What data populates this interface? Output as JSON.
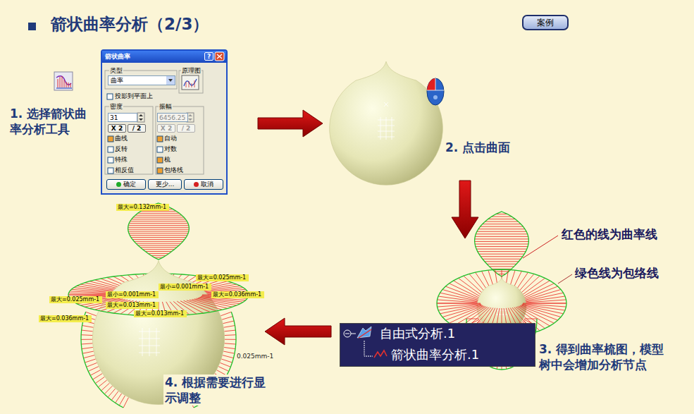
{
  "diagram": {
    "title": "箭状曲率分析（2/3）",
    "nodes": [
      {
        "text": [
          "案例"
        ]
      },
      {
        "text": [
          "箭状曲率",
          "类型",
          "原理图",
          "投影到平面上",
          "密度",
          "振幅",
          "曲线",
          "自动",
          "反转",
          "对数",
          "特殊",
          "梳",
          "相反值",
          "包络线"
        ]
      },
      {
        "text": [
          "?"
        ],
        "in": 1
      },
      {
        "text": [
          "曲率"
        ],
        "in": 1
      },
      {
        "text": [
          "31"
        ],
        "in": 1
      },
      {
        "text": [
          "6456.25"
        ],
        "in": 1
      },
      {
        "text": [
          "X 2"
        ],
        "in": 1
      },
      {
        "text": [
          "/ 2"
        ],
        "in": 1
      },
      {
        "text": [
          "X 2"
        ],
        "in": 1
      },
      {
        "text": [
          "/ 2"
        ],
        "in": 1
      },
      {
        "text": [
          "确定"
        ],
        "in": 1
      },
      {
        "text": [
          "更少..."
        ],
        "in": 1
      },
      {
        "text": [
          "取消"
        ],
        "in": 1
      },
      {
        "text": [
          "最大=0.132mm-1"
        ]
      },
      {
        "text": [
          "最大=0.025mm-1"
        ]
      },
      {
        "text": [
          "最小=0.001mm-1"
        ]
      },
      {
        "text": [
          "最大=0.036mm-1"
        ]
      },
      {
        "text": [
          "最小=0.001mm-1"
        ]
      },
      {
        "text": [
          "最大=0.025mm-1"
        ]
      },
      {
        "text": [
          "最大=0.013mm-1"
        ]
      },
      {
        "text": [
          "最大=0.013mm-1"
        ]
      },
      {
        "text": [
          "最大=0.036mm-1"
        ]
      },
      {
        "text": [
          "自由式分析.1",
          "箭状曲率分析.1"
        ]
      }
    ],
    "labels": [
      "1. 选择箭状曲率分析工具",
      "2. 点击曲面",
      "红色的线为曲率线",
      "绿色线为包络线",
      "0.025mm-1",
      "3. 得到曲率梳图，模型树中会增加分析节点",
      "4. 根据需要进行显示调整"
    ]
  }
}
